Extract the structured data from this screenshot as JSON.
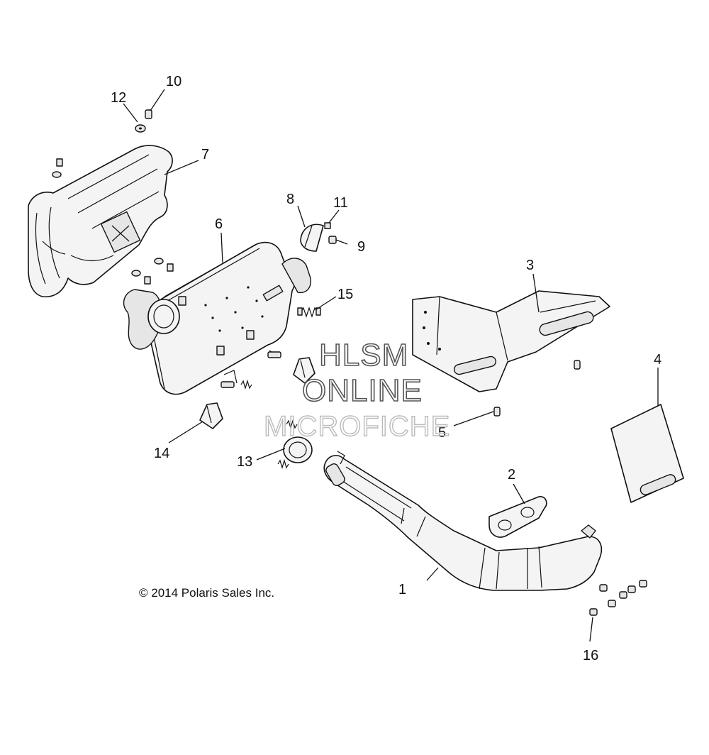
{
  "callouts": [
    "1",
    "2",
    "3",
    "4",
    "5",
    "6",
    "7",
    "8",
    "9",
    "10",
    "11",
    "12",
    "13",
    "14",
    "15",
    "16"
  ],
  "copyright": "© 2014 Polaris Sales Inc.",
  "watermark": {
    "line1": "HLSM",
    "line2": "ONLINE",
    "line3": "MICROFICHE"
  }
}
